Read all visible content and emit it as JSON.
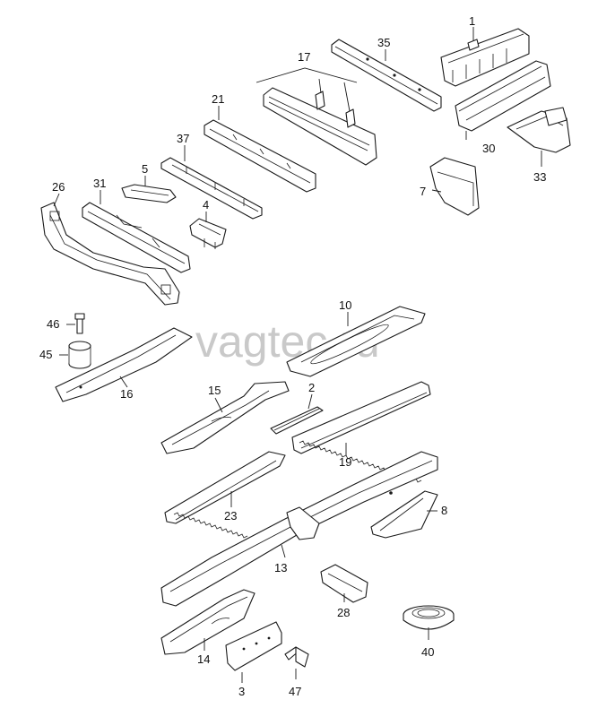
{
  "watermark": "vagtec.ru",
  "callouts": {
    "n1": "1",
    "n2": "2",
    "n3": "3",
    "n4": "4",
    "n5": "5",
    "n7": "7",
    "n8": "8",
    "n10": "10",
    "n13": "13",
    "n14": "14",
    "n15": "15",
    "n16": "16",
    "n17": "17",
    "n19": "19",
    "n21": "21",
    "n23": "23",
    "n26": "26",
    "n28": "28",
    "n30": "30",
    "n31": "31",
    "n33": "33",
    "n35": "35",
    "n37": "37",
    "n40": "40",
    "n45": "45",
    "n46": "46",
    "n47": "47"
  }
}
